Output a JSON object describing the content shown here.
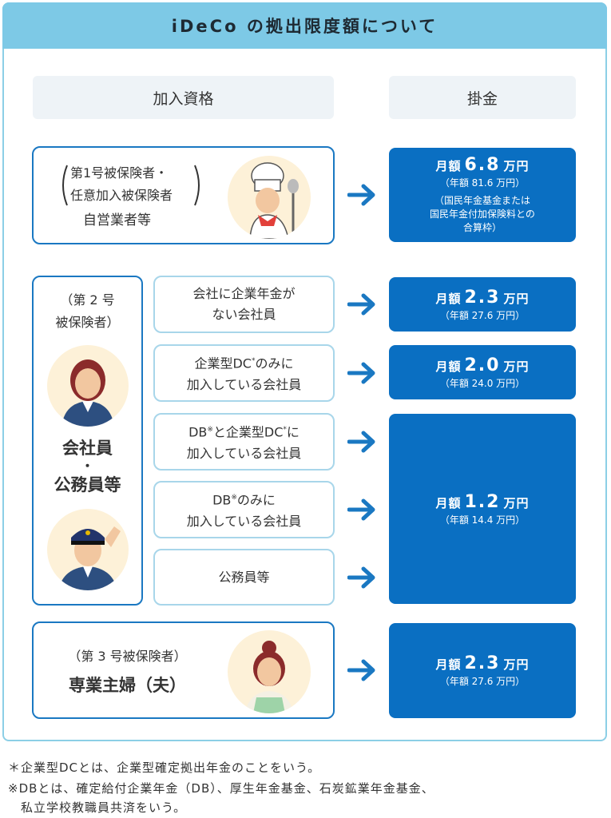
{
  "title": "iDeCo の拠出限度額について",
  "headers": {
    "left": "加入資格",
    "right": "掛金"
  },
  "row1": {
    "line1": "第1号被保険者・",
    "line2": "任意加入被保険者",
    "line3": "自営業者等",
    "pay": {
      "prefix": "月額",
      "amount": "6.8",
      "unit": "万円",
      "yearly": "（年額 81.6 万円）",
      "note1": "（国民年金基金または",
      "note2": "国民年金付加保険料との",
      "note3": "合算枠）"
    }
  },
  "group2": {
    "label1": "（第 2 号",
    "label2": "被保険者）",
    "main1": "会社員",
    "dot": "・",
    "main2": "公務員等",
    "items": [
      {
        "a": "会社に企業年金が",
        "b": "ない会社員"
      },
      {
        "a": "企業型DC",
        "a_sup": "*",
        "a2": "のみに",
        "b": "加入している会社員"
      },
      {
        "a": "DB",
        "a_sup": "※",
        "a2": "と企業型DC",
        "a_sup2": "*",
        "a3": "に",
        "b": "加入している会社員"
      },
      {
        "a": "DB",
        "a_sup": "※",
        "a2": "のみに",
        "b": "加入している会社員"
      },
      {
        "a": "公務員等"
      }
    ],
    "pays": [
      {
        "prefix": "月額",
        "amount": "2.3",
        "unit": "万円",
        "yearly": "（年額 27.6 万円）"
      },
      {
        "prefix": "月額",
        "amount": "2.0",
        "unit": "万円",
        "yearly": "（年額 24.0 万円）"
      },
      {
        "prefix": "月額",
        "amount": "1.2",
        "unit": "万円",
        "yearly": "（年額 14.4 万円）"
      }
    ]
  },
  "row3": {
    "line1": "（第 3 号被保険者）",
    "line2": "専業主婦（夫）",
    "pay": {
      "prefix": "月額",
      "amount": "2.3",
      "unit": "万円",
      "yearly": "（年額 27.6 万円）"
    }
  },
  "notes": {
    "n1": "＊企業型DCとは、企業型確定拠出年金のことをいう。",
    "n2": "※DBとは、確定給付企業年金（DB）、厚生年金基金、石炭鉱業年金基金、",
    "n3": "　私立学校教職員共済をいう。"
  },
  "icons": [
    "chef-avatar-icon",
    "office-worker-woman-icon",
    "police-officer-icon",
    "homemaker-woman-icon",
    "arrow-right-icon"
  ],
  "colors": {
    "accent": "#0a6fc2",
    "title_bg": "#7dc9e6",
    "light_border": "#a8d6ea"
  }
}
